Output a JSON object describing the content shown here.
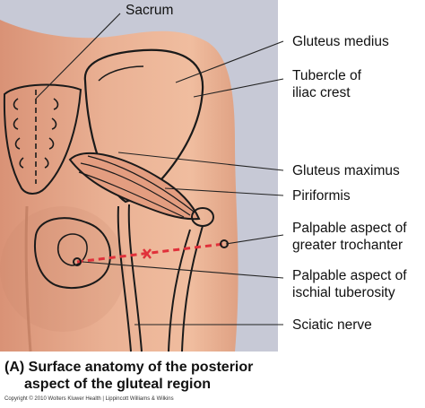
{
  "figure": {
    "labels": {
      "sacrum": "Sacrum",
      "gluteus_medius": "Gluteus medius",
      "tubercle_line1": "Tubercle of",
      "tubercle_line2": "iliac crest",
      "gluteus_maximus": "Gluteus maximus",
      "piriformis": "Piriformis",
      "greater_trochanter_line1": "Palpable aspect of",
      "greater_trochanter_line2": "greater trochanter",
      "ischial_tuberosity_line1": "Palpable aspect of",
      "ischial_tuberosity_line2": "ischial tuberosity",
      "sciatic_nerve": "Sciatic nerve"
    },
    "caption_line1": "(A) Surface anatomy of the posterior",
    "caption_line2": "aspect of the gluteal region",
    "copyright": "Copyright © 2010 Wolters Kluwer Health | Lippincott Williams & Wilkins"
  },
  "colors": {
    "skin": "#e8a98a",
    "background": "#c7c9d6",
    "outline": "#1a1a1a",
    "marker_red": "#e0303a"
  }
}
